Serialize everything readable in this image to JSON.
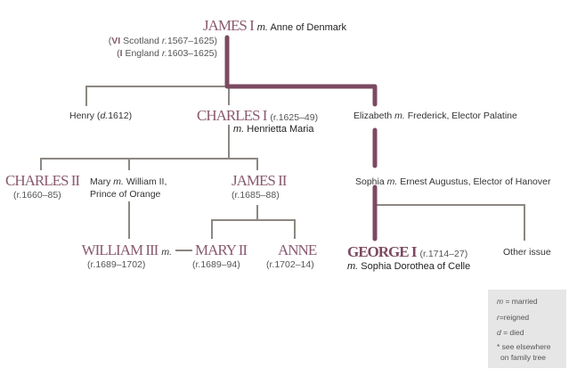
{
  "colors": {
    "royal_line": "#7b4a60",
    "branch_line": "#8c8782",
    "king_text": "#8a5a70"
  },
  "james_i": {
    "name": "JAMES I",
    "married_abbr": "m.",
    "spouse": "Anne of Denmark",
    "scotland_num": "VI",
    "scotland_label": "Scotland",
    "scotland_r": "r.",
    "scotland_years": "1567–1625",
    "england_num": "I",
    "england_label": "England",
    "england_r": "r.",
    "england_years": "1603–1625"
  },
  "henry": {
    "name": "Henry",
    "d": "d.",
    "year": "1612"
  },
  "charles_i": {
    "name": "CHARLES I",
    "reign": "r.1625–49",
    "married_abbr": "m.",
    "spouse": "Henrietta Maria"
  },
  "elizabeth": {
    "name": "Elizabeth",
    "married_abbr": "m.",
    "spouse": "Frederick, Elector Palatine"
  },
  "charles_ii": {
    "name": "CHARLES II",
    "reign": "r.1660–85"
  },
  "mary": {
    "name": "Mary",
    "married_abbr": "m.",
    "spouse_line1": "William II,",
    "spouse_line2": "Prince of Orange"
  },
  "james_ii": {
    "name": "JAMES II",
    "reign": "r.1685–88"
  },
  "sophia": {
    "name": "Sophia",
    "married_abbr": "m.",
    "spouse": "Ernest Augustus, Elector of Hanover"
  },
  "william_iii": {
    "name": "WILLIAM III",
    "married_abbr": "m.",
    "reign": "r.1689–1702"
  },
  "mary_ii": {
    "name": "MARY II",
    "reign": "r.1689–94"
  },
  "anne": {
    "name": "ANNE",
    "reign": "r.1702–14"
  },
  "george_i": {
    "name": "GEORGE I",
    "reign": "r.1714–27",
    "married_abbr": "m.",
    "spouse": "Sophia Dorothea of Celle"
  },
  "other_issue": "Other issue",
  "legend": {
    "m_abbr": "m",
    "m_text": " = married",
    "r_abbr": "r",
    "r_text": "=reigned",
    "d_abbr": "d",
    "d_text": " = died",
    "star_line1": "* see elsewhere",
    "star_line2": "on family tree"
  }
}
